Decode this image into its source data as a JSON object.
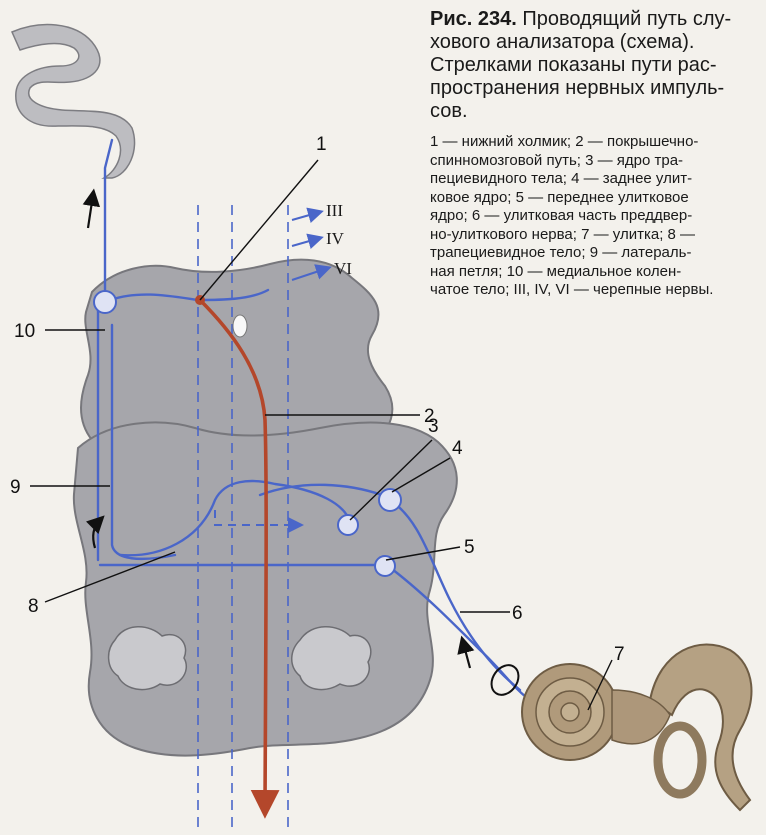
{
  "caption": {
    "figure_label": "Рис. 234.",
    "title_text": " Проводящий путь слу-\nхового   анализатора   (схема).\nСтрелками показаны пути рас-\nпространения нервных импуль-\nсов.",
    "legend_text": "1 — нижний холмик; 2 — покрышечно-\nспинномозговой путь; 3 — ядро тра-\nпециевидного тела; 4 — заднее улит-\nковое ядро; 5 — переднее улитковое\nядро; 6 — улитковая часть преддвер-\nно-улиткового нерва; 7 — улитка; 8 —\nтрапециевидное тело; 9 — латераль-\nная петля; 10 — медиальное колен-\nчатое тело; III, IV, VI — черепные нервы."
  },
  "labels": {
    "l1": "1",
    "l2": "2",
    "l3": "3",
    "l4": "4",
    "l5": "5",
    "l6": "6",
    "l7": "7",
    "l8": "8",
    "l9": "9",
    "l10": "10"
  },
  "nerves": {
    "n3": "III",
    "n4": "IV",
    "n6": "VI"
  },
  "colors": {
    "pathway": "#4a66c9",
    "motor_tract": "#b4472b",
    "brain_tissue": "#a6a6ab",
    "cortex": "#bdbdc1",
    "cochlea": "#a89377",
    "background": "#f3f1ec"
  }
}
